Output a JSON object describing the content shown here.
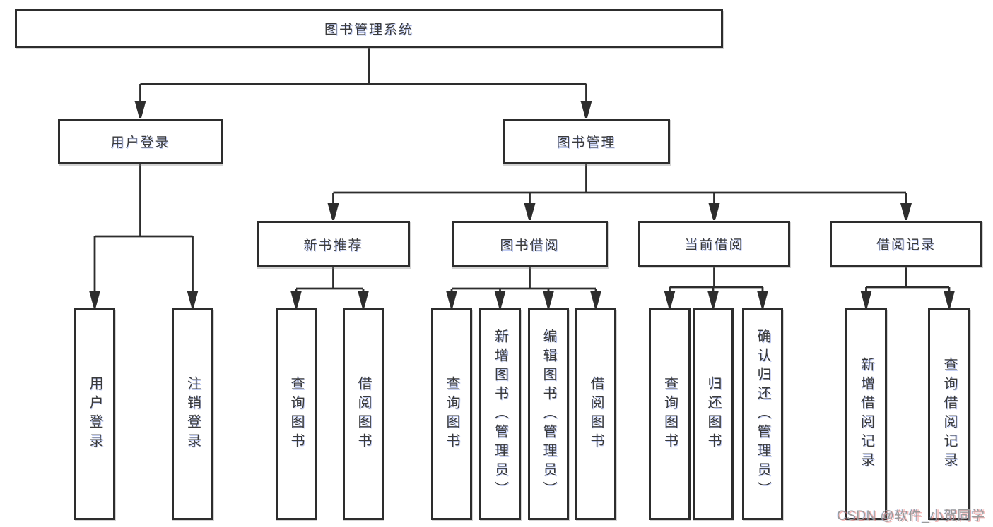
{
  "watermark": {
    "text": "CSDN @软件_小贺同学"
  },
  "colors": {
    "background": "#ffffff",
    "line": "#2d2d2d",
    "box_border": "#2d2d2d",
    "text": "#3a3a3a",
    "watermark": "#9a9a9a"
  },
  "tree": {
    "label": "图书管理系统",
    "children": [
      {
        "label": "用户登录",
        "children": [
          {
            "label": "用户登录"
          },
          {
            "label": "注销登录"
          }
        ]
      },
      {
        "label": "图书管理",
        "children": [
          {
            "label": "新书推荐",
            "children": [
              {
                "label": "查询图书"
              },
              {
                "label": "借阅图书"
              }
            ]
          },
          {
            "label": "图书借阅",
            "children": [
              {
                "label": "查询图书"
              },
              {
                "label": "新增图书（管理员）"
              },
              {
                "label": "编辑图书（管理员）"
              },
              {
                "label": "借阅图书"
              }
            ]
          },
          {
            "label": "当前借阅",
            "children": [
              {
                "label": "查询图书"
              },
              {
                "label": "归还图书"
              },
              {
                "label": "确认归还（管理员）"
              }
            ]
          },
          {
            "label": "借阅记录",
            "children": [
              {
                "label": "新增借阅记录"
              },
              {
                "label": "查询借阅记录"
              }
            ]
          }
        ]
      }
    ]
  }
}
